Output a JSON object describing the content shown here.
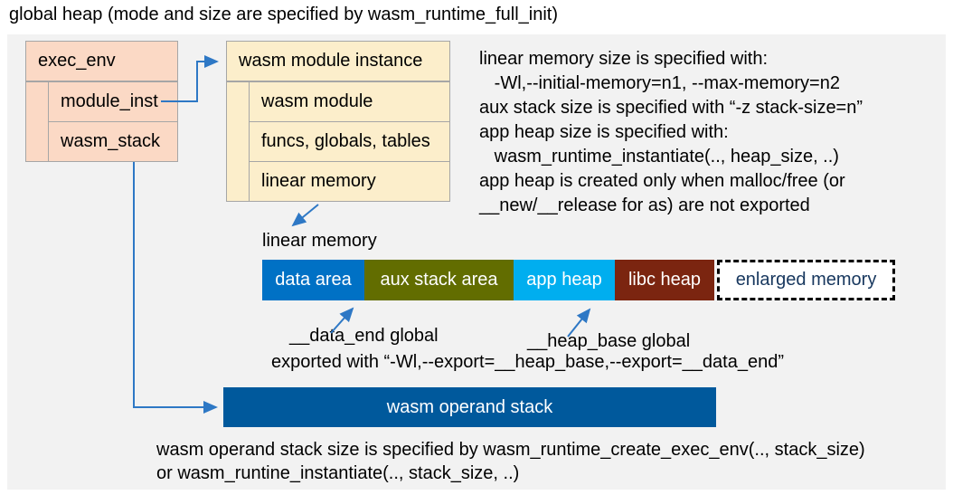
{
  "title": "global heap (mode and size are specified by wasm_runtime_full_init)",
  "exec_env": {
    "title": "exec_env",
    "fields": [
      "module_inst",
      "wasm_stack"
    ]
  },
  "module_instance": {
    "title": "wasm module instance",
    "fields": [
      "wasm module",
      "funcs, globals, tables",
      "linear memory"
    ]
  },
  "notes": {
    "lines": [
      "linear memory size is specified with:",
      "   -Wl,--initial-memory=n1, --max-memory=n2",
      "aux stack size is specified with “-z stack-size=n”",
      "app heap size is specified with:",
      "   wasm_runtime_instantiate(.., heap_size, ..)",
      "app heap is created only when malloc/free (or",
      "__new/__release for as) are not exported"
    ]
  },
  "linear_memory": {
    "label": "linear memory",
    "segments": [
      {
        "label": "data area",
        "color": "#0071C5"
      },
      {
        "label": "aux stack area",
        "color": "#626D00"
      },
      {
        "label": "app heap",
        "color": "#00AEEF"
      },
      {
        "label": "libc heap",
        "color": "#7B2510"
      },
      {
        "label": "enlarged memory",
        "color": "#FFFFFF",
        "text_color": "#17375E",
        "border": "dashed"
      }
    ]
  },
  "annotations": {
    "data_end": "__data_end global",
    "heap_base": "__heap_base global",
    "exported": "exported with “-Wl,--export=__heap_base,--export=__data_end”"
  },
  "operand_stack": {
    "label": "wasm operand stack",
    "color": "#00599C"
  },
  "footer": {
    "lines": [
      "wasm operand stack size is specified by wasm_runtime_create_exec_env(.., stack_size)",
      "or wasm_runtine_instantiate(.., stack_size, ..)"
    ]
  },
  "colors": {
    "panel_bg": "#F2F2F2",
    "box_peach": "#FBD9C5",
    "box_cream": "#FCEECB",
    "box_border": "#A6A6A6",
    "arrow": "#2E78C5"
  }
}
